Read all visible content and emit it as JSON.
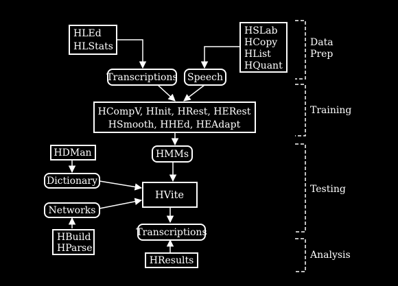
{
  "colors": {
    "background": "#000000",
    "foreground": "#ffffff"
  },
  "tools": {
    "hled": "HLEd",
    "hlstats": "HLStats",
    "hslab": "HSLab",
    "hcopy": "HCopy",
    "hlist": "HList",
    "hquant": "HQuant",
    "training_line1": "HCompV, HInit, HRest, HERest",
    "training_line2": "HSmooth, HHEd, HEAdapt",
    "hdman": "HDMan",
    "hvite": "HVite",
    "hbuild": "HBuild",
    "hparse": "HParse",
    "hresults": "HResults"
  },
  "data_items": {
    "transcriptions_top": "Transcriptions",
    "speech": "Speech",
    "hmms": "HMMs",
    "dictionary": "Dictionary",
    "networks": "Networks",
    "transcriptions_bottom": "Transcriptions"
  },
  "stages": {
    "data_prep_line1": "Data",
    "data_prep_line2": "Prep",
    "training": "Training",
    "testing": "Testing",
    "analysis": "Analysis"
  }
}
